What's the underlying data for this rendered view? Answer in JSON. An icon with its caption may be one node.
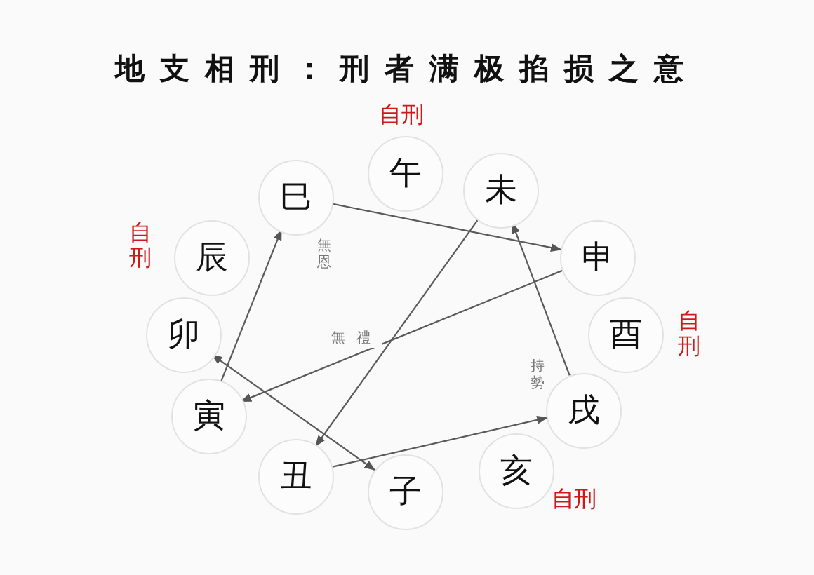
{
  "diagram": {
    "title": "地支相刑：刑者满极掐损之意",
    "nodes": [
      {
        "text": [
          "午"
        ],
        "beside": [
          "自刑"
        ]
      },
      {
        "text": [
          "未"
        ]
      },
      {
        "text": [
          "申"
        ]
      },
      {
        "text": [
          "酉"
        ],
        "beside": [
          "自刑"
        ]
      },
      {
        "text": [
          "戌"
        ]
      },
      {
        "text": [
          "亥"
        ],
        "beside": [
          "自刑"
        ]
      },
      {
        "text": [
          "子"
        ]
      },
      {
        "text": [
          "丑"
        ]
      },
      {
        "text": [
          "寅"
        ]
      },
      {
        "text": [
          "卯"
        ]
      },
      {
        "text": [
          "辰"
        ],
        "beside": [
          "自刑"
        ]
      },
      {
        "text": [
          "巳"
        ]
      }
    ],
    "edges": [
      {
        "from": 11,
        "to": 2,
        "arrow": "to"
      },
      {
        "from": 2,
        "to": 8,
        "arrow": "to"
      },
      {
        "from": 8,
        "to": 11,
        "arrow": "to"
      },
      {
        "from": 1,
        "to": 7,
        "arrow": "to"
      },
      {
        "from": 7,
        "to": 4,
        "arrow": "to"
      },
      {
        "from": 4,
        "to": 1,
        "arrow": "to"
      },
      {
        "from": 9,
        "to": 6,
        "arrow": "both"
      }
    ],
    "labels": [
      "無恩",
      "無禮",
      "持勢"
    ]
  }
}
